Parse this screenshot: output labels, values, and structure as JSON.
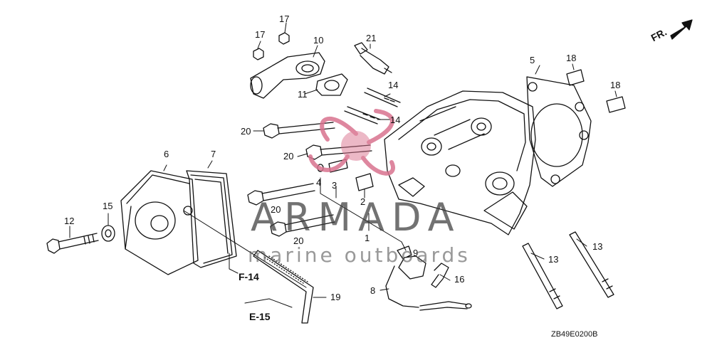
{
  "front_marker": "FR.",
  "callouts": {
    "c1": "1",
    "c2": "2",
    "c3": "3",
    "c4": "4",
    "c5": "5",
    "c6": "6",
    "c7": "7",
    "c8": "8",
    "c9": "9",
    "c10": "10",
    "c11": "11",
    "c12": "12",
    "c13a": "13",
    "c13b": "13",
    "c14a": "14",
    "c14b": "14",
    "c15": "15",
    "c16": "16",
    "c17a": "17",
    "c17b": "17",
    "c18a": "18",
    "c18b": "18",
    "c19": "19",
    "c20a": "20",
    "c20b": "20",
    "c20c": "20",
    "c20d": "20",
    "c21": "21"
  },
  "refs": {
    "f14": "F-14",
    "e15": "E-15"
  },
  "watermark": {
    "title": "ARMADA",
    "subtitle": "marine outboards"
  },
  "diagram_code": "ZB49E0200B",
  "colors": {
    "line": "#111111",
    "watermark_logo": "#d9738f"
  }
}
